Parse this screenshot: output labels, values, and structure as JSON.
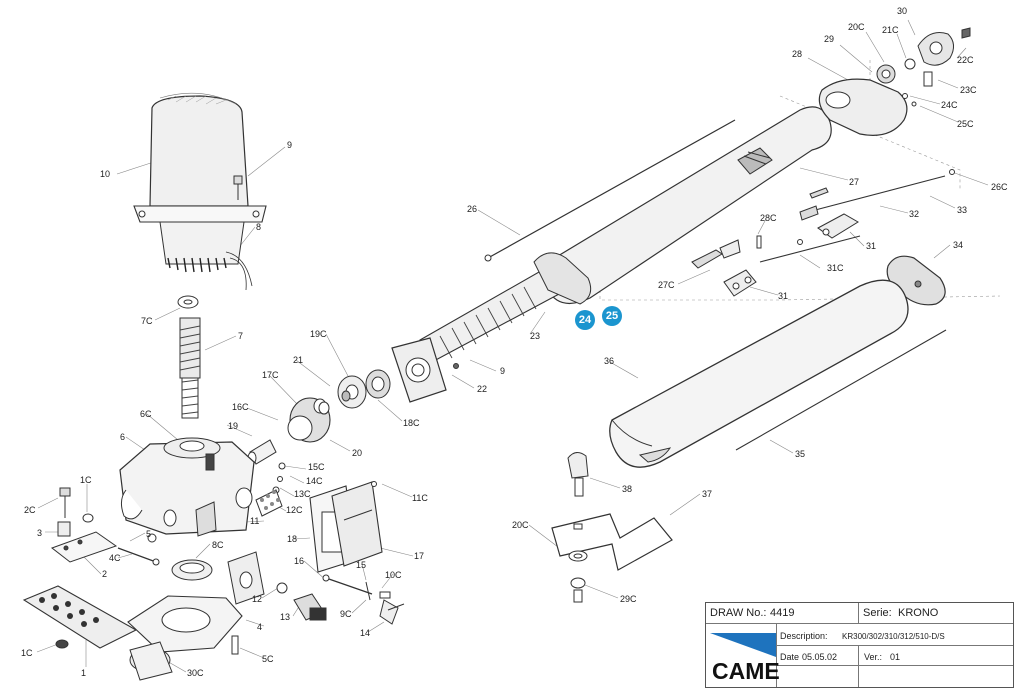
{
  "callouts": {
    "c30": "30",
    "c20C_top": "20C",
    "c21C": "21C",
    "c29": "29",
    "c28": "28",
    "c22C": "22C",
    "c23C": "23C",
    "c24C": "24C",
    "c25C": "25C",
    "c26C": "26C",
    "c27": "27",
    "c33": "33",
    "c32": "32",
    "c34": "34",
    "c31_a": "31",
    "c31C": "31C",
    "c31_b": "31",
    "c28C": "28C",
    "c27C": "27C",
    "c26": "26",
    "c10": "10",
    "c9_top": "9",
    "c8": "8",
    "c7C": "7C",
    "c7": "7",
    "c19C": "19C",
    "c21": "21",
    "c17C": "17C",
    "c16C": "16C",
    "c19": "19",
    "c6C": "6C",
    "c6": "6",
    "c20": "20",
    "c18C": "18C",
    "c22": "22",
    "c9_mid": "9",
    "c23": "23",
    "c36": "36",
    "c35": "35",
    "c15C": "15C",
    "c14C": "14C",
    "c13C": "13C",
    "c12C": "12C",
    "c11C": "11C",
    "c11": "11",
    "c1C_top": "1C",
    "c2C": "2C",
    "c3": "3",
    "c5": "5",
    "c4C": "4C",
    "c8C": "8C",
    "c2": "2",
    "c18": "18",
    "c17": "17",
    "c16": "16",
    "c15": "15",
    "c10C": "10C",
    "c9C": "9C",
    "c12": "12",
    "c13": "13",
    "c14": "14",
    "c4": "4",
    "c5C": "5C",
    "c30C": "30C",
    "c1": "1",
    "c1C_bottom": "1C",
    "c38": "38",
    "c37": "37",
    "c20C_bottom": "20C",
    "c29C": "29C"
  },
  "badges": {
    "b24": "24",
    "b25": "25"
  },
  "colors": {
    "badge": "#1b95cf",
    "logo_blue": "#1e73be",
    "line": "#333333"
  },
  "title_block": {
    "draw_no_label": "DRAW No.:",
    "draw_no_value": "4419",
    "serie_label": "Serie:",
    "serie_value": "KRONO",
    "description_label": "Description:",
    "description_value": "KR300/302/310/312/510-D/S",
    "date_label": "Date",
    "date_value": "05.05.02",
    "ver_label": "Ver.:",
    "ver_value": "01",
    "logo": "CAME"
  }
}
